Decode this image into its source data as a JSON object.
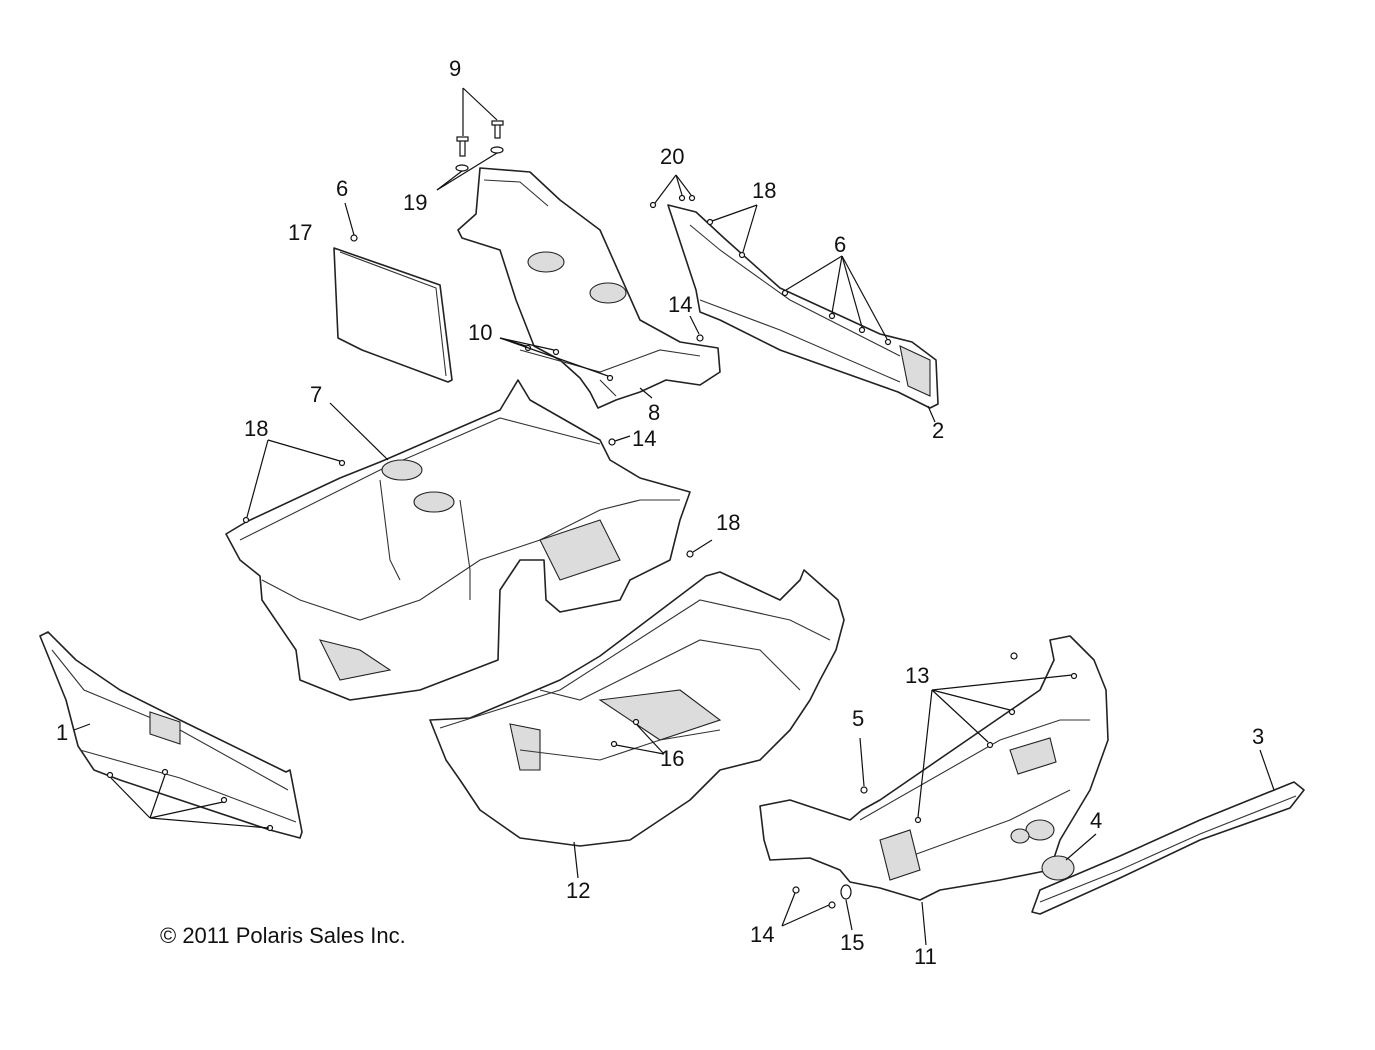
{
  "diagram": {
    "copyright": "© 2011 Polaris Sales Inc.",
    "callouts": {
      "c1": "1",
      "c2": "2",
      "c3": "3",
      "c4": "4",
      "c5": "5",
      "c6a": "6",
      "c6b": "6",
      "c7": "7",
      "c8": "8",
      "c9": "9",
      "c10": "10",
      "c11": "11",
      "c12": "12",
      "c13": "13",
      "c14a": "14",
      "c14b": "14",
      "c14c": "14",
      "c15": "15",
      "c16": "16",
      "c17": "17",
      "c18a": "18",
      "c18b": "18",
      "c18c": "18",
      "c19": "19",
      "c20": "20"
    }
  }
}
